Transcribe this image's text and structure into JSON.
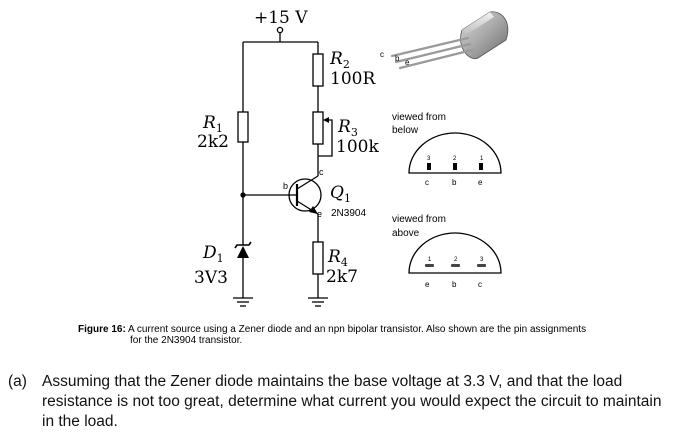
{
  "circuit": {
    "supply": "+15 V",
    "r1_name": "R",
    "r1_sub": "1",
    "r1_value": "2k2",
    "r2_name": "R",
    "r2_sub": "2",
    "r2_value": "100R",
    "r3_name": "R",
    "r3_sub": "3",
    "r3_value": "100k",
    "r4_name": "R",
    "r4_sub": "4",
    "r4_value": "2k7",
    "d1_name": "D",
    "d1_sub": "1",
    "d1_value": "3V3",
    "q1_name": "Q",
    "q1_sub": "1",
    "q1_part": "2N3904",
    "pin_b": "b",
    "pin_c": "c",
    "pin_e": "e"
  },
  "pinout": {
    "package_labels": [
      "c",
      "b",
      "e"
    ],
    "below_title_1": "viewed from",
    "below_title_2": "below",
    "below_numbers": [
      "3",
      "2",
      "1"
    ],
    "below_letters": [
      "c",
      "b",
      "e"
    ],
    "above_title_1": "viewed from",
    "above_title_2": "above",
    "above_numbers": [
      "1",
      "2",
      "3"
    ],
    "above_letters": [
      "e",
      "b",
      "c"
    ]
  },
  "caption": {
    "label": "Figure 16:",
    "text_1": "A current source using a Zener diode and an npn bipolar transistor. Also shown are the pin assignments",
    "text_2": "for the 2N3904 transistor."
  },
  "question": {
    "label": "(a)",
    "line_1": "Assuming that the Zener diode maintains the base voltage at 3.3 V, and that the load",
    "line_2": "resistance is not too great, determine what current you would expect the circuit to maintain",
    "line_3": "in the load."
  }
}
